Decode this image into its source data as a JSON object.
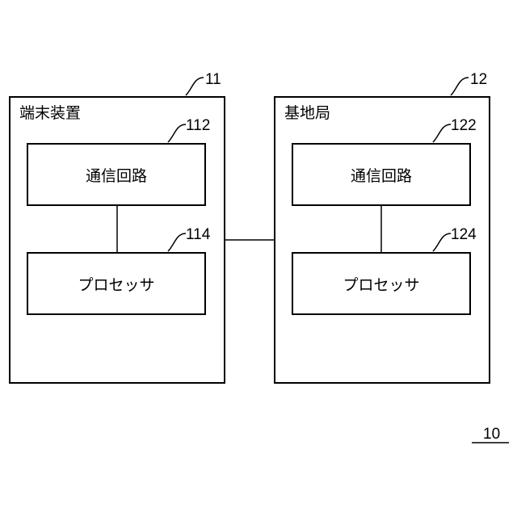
{
  "system_ref": "10",
  "terminal": {
    "ref": "11",
    "title": "端末装置",
    "comm": {
      "ref": "112",
      "label": "通信回路"
    },
    "proc": {
      "ref": "114",
      "label": "プロセッサ"
    }
  },
  "base_station": {
    "ref": "12",
    "title": "基地局",
    "comm": {
      "ref": "122",
      "label": "通信回路"
    },
    "proc": {
      "ref": "124",
      "label": "プロセッサ"
    }
  }
}
